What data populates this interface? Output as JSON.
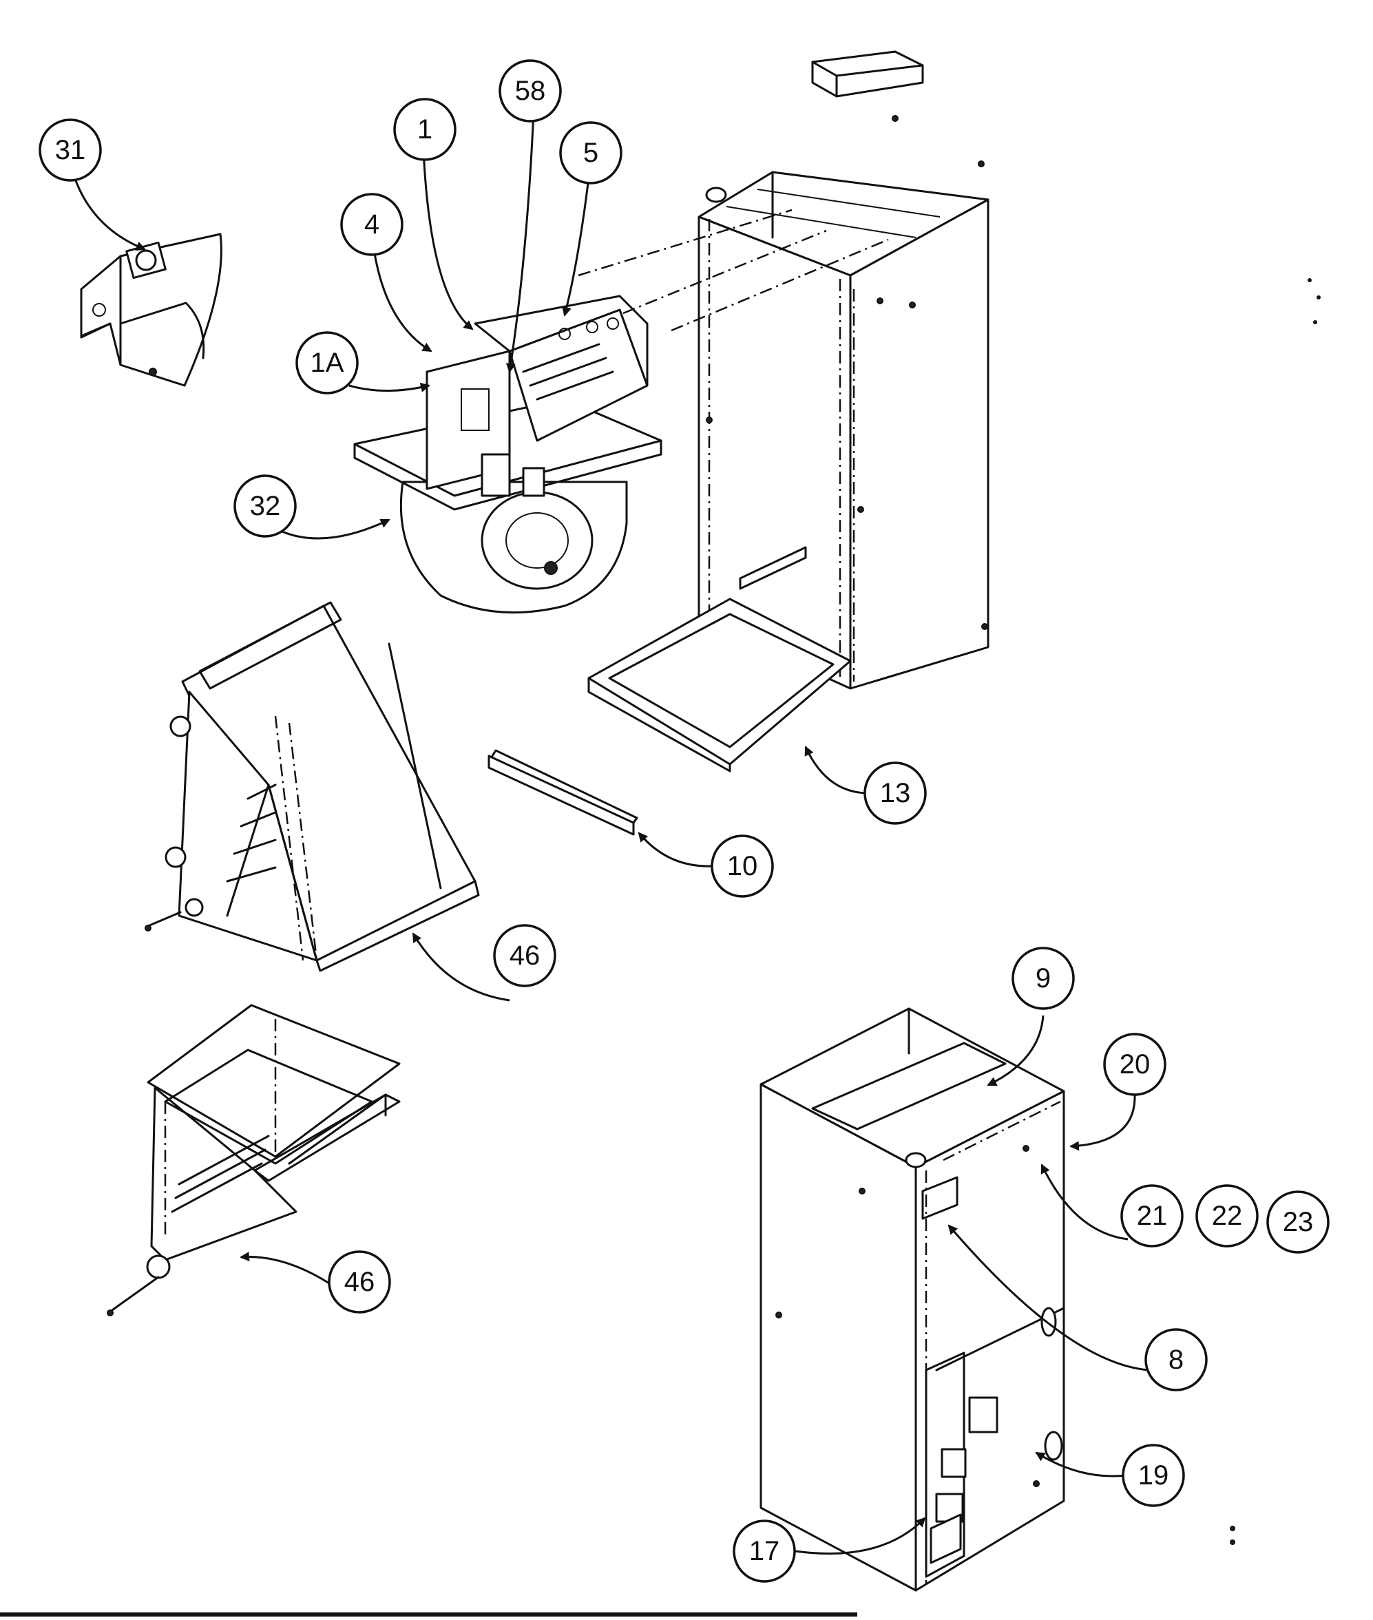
{
  "labels": {
    "l31": "31",
    "l58": "58",
    "l1": "1",
    "l5": "5",
    "l4": "4",
    "l1a": "1A",
    "l32": "32",
    "l13": "13",
    "l10": "10",
    "l46a": "46",
    "l46b": "46",
    "l9": "9",
    "l20": "20",
    "l21": "21",
    "l22": "22",
    "l23": "23",
    "l8": "8",
    "l19": "19",
    "l17": "17"
  }
}
